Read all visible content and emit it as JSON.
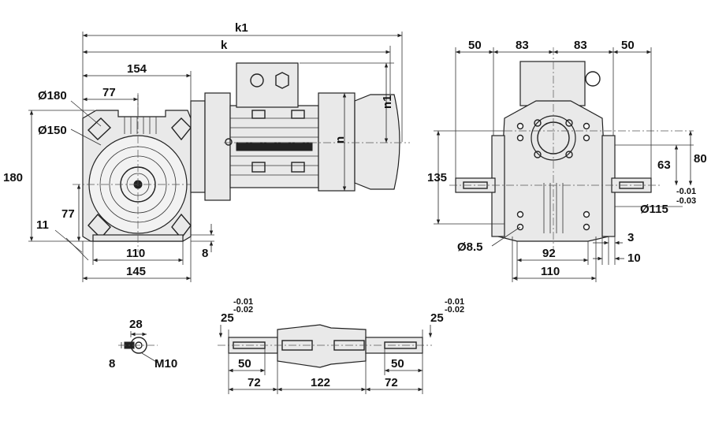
{
  "dimensions": {
    "k1": "k1",
    "k": "k",
    "d154": "154",
    "d77_top": "77",
    "dia180": "Ø180",
    "dia150": "Ø150",
    "d180": "180",
    "d77_side": "77",
    "d11": "11",
    "d110_base": "110",
    "d145": "145",
    "d8_base": "8",
    "n1": "n1",
    "n": "n",
    "d50_left": "50",
    "d83_left": "83",
    "d83_right": "83",
    "d50_right": "50",
    "d135": "135",
    "d63": "63",
    "d80": "80",
    "dia115": "Ø115",
    "tol115_hi": "-0.01",
    "tol115_lo": "-0.03",
    "dia8_5": "Ø8.5",
    "d3": "3",
    "d92": "92",
    "d10": "10",
    "d110_side": "110",
    "d28": "28",
    "d8_key": "8",
    "m10": "M10",
    "d25_left": "25",
    "tol25l_hi": "-0.01",
    "tol25l_lo": "-0.02",
    "d25_right": "25",
    "tol25r_hi": "-0.01",
    "tol25r_lo": "-0.02",
    "d50_shaft_left": "50",
    "d50_shaft_right": "50",
    "d72_left": "72",
    "d122": "122",
    "d72_right": "72"
  }
}
